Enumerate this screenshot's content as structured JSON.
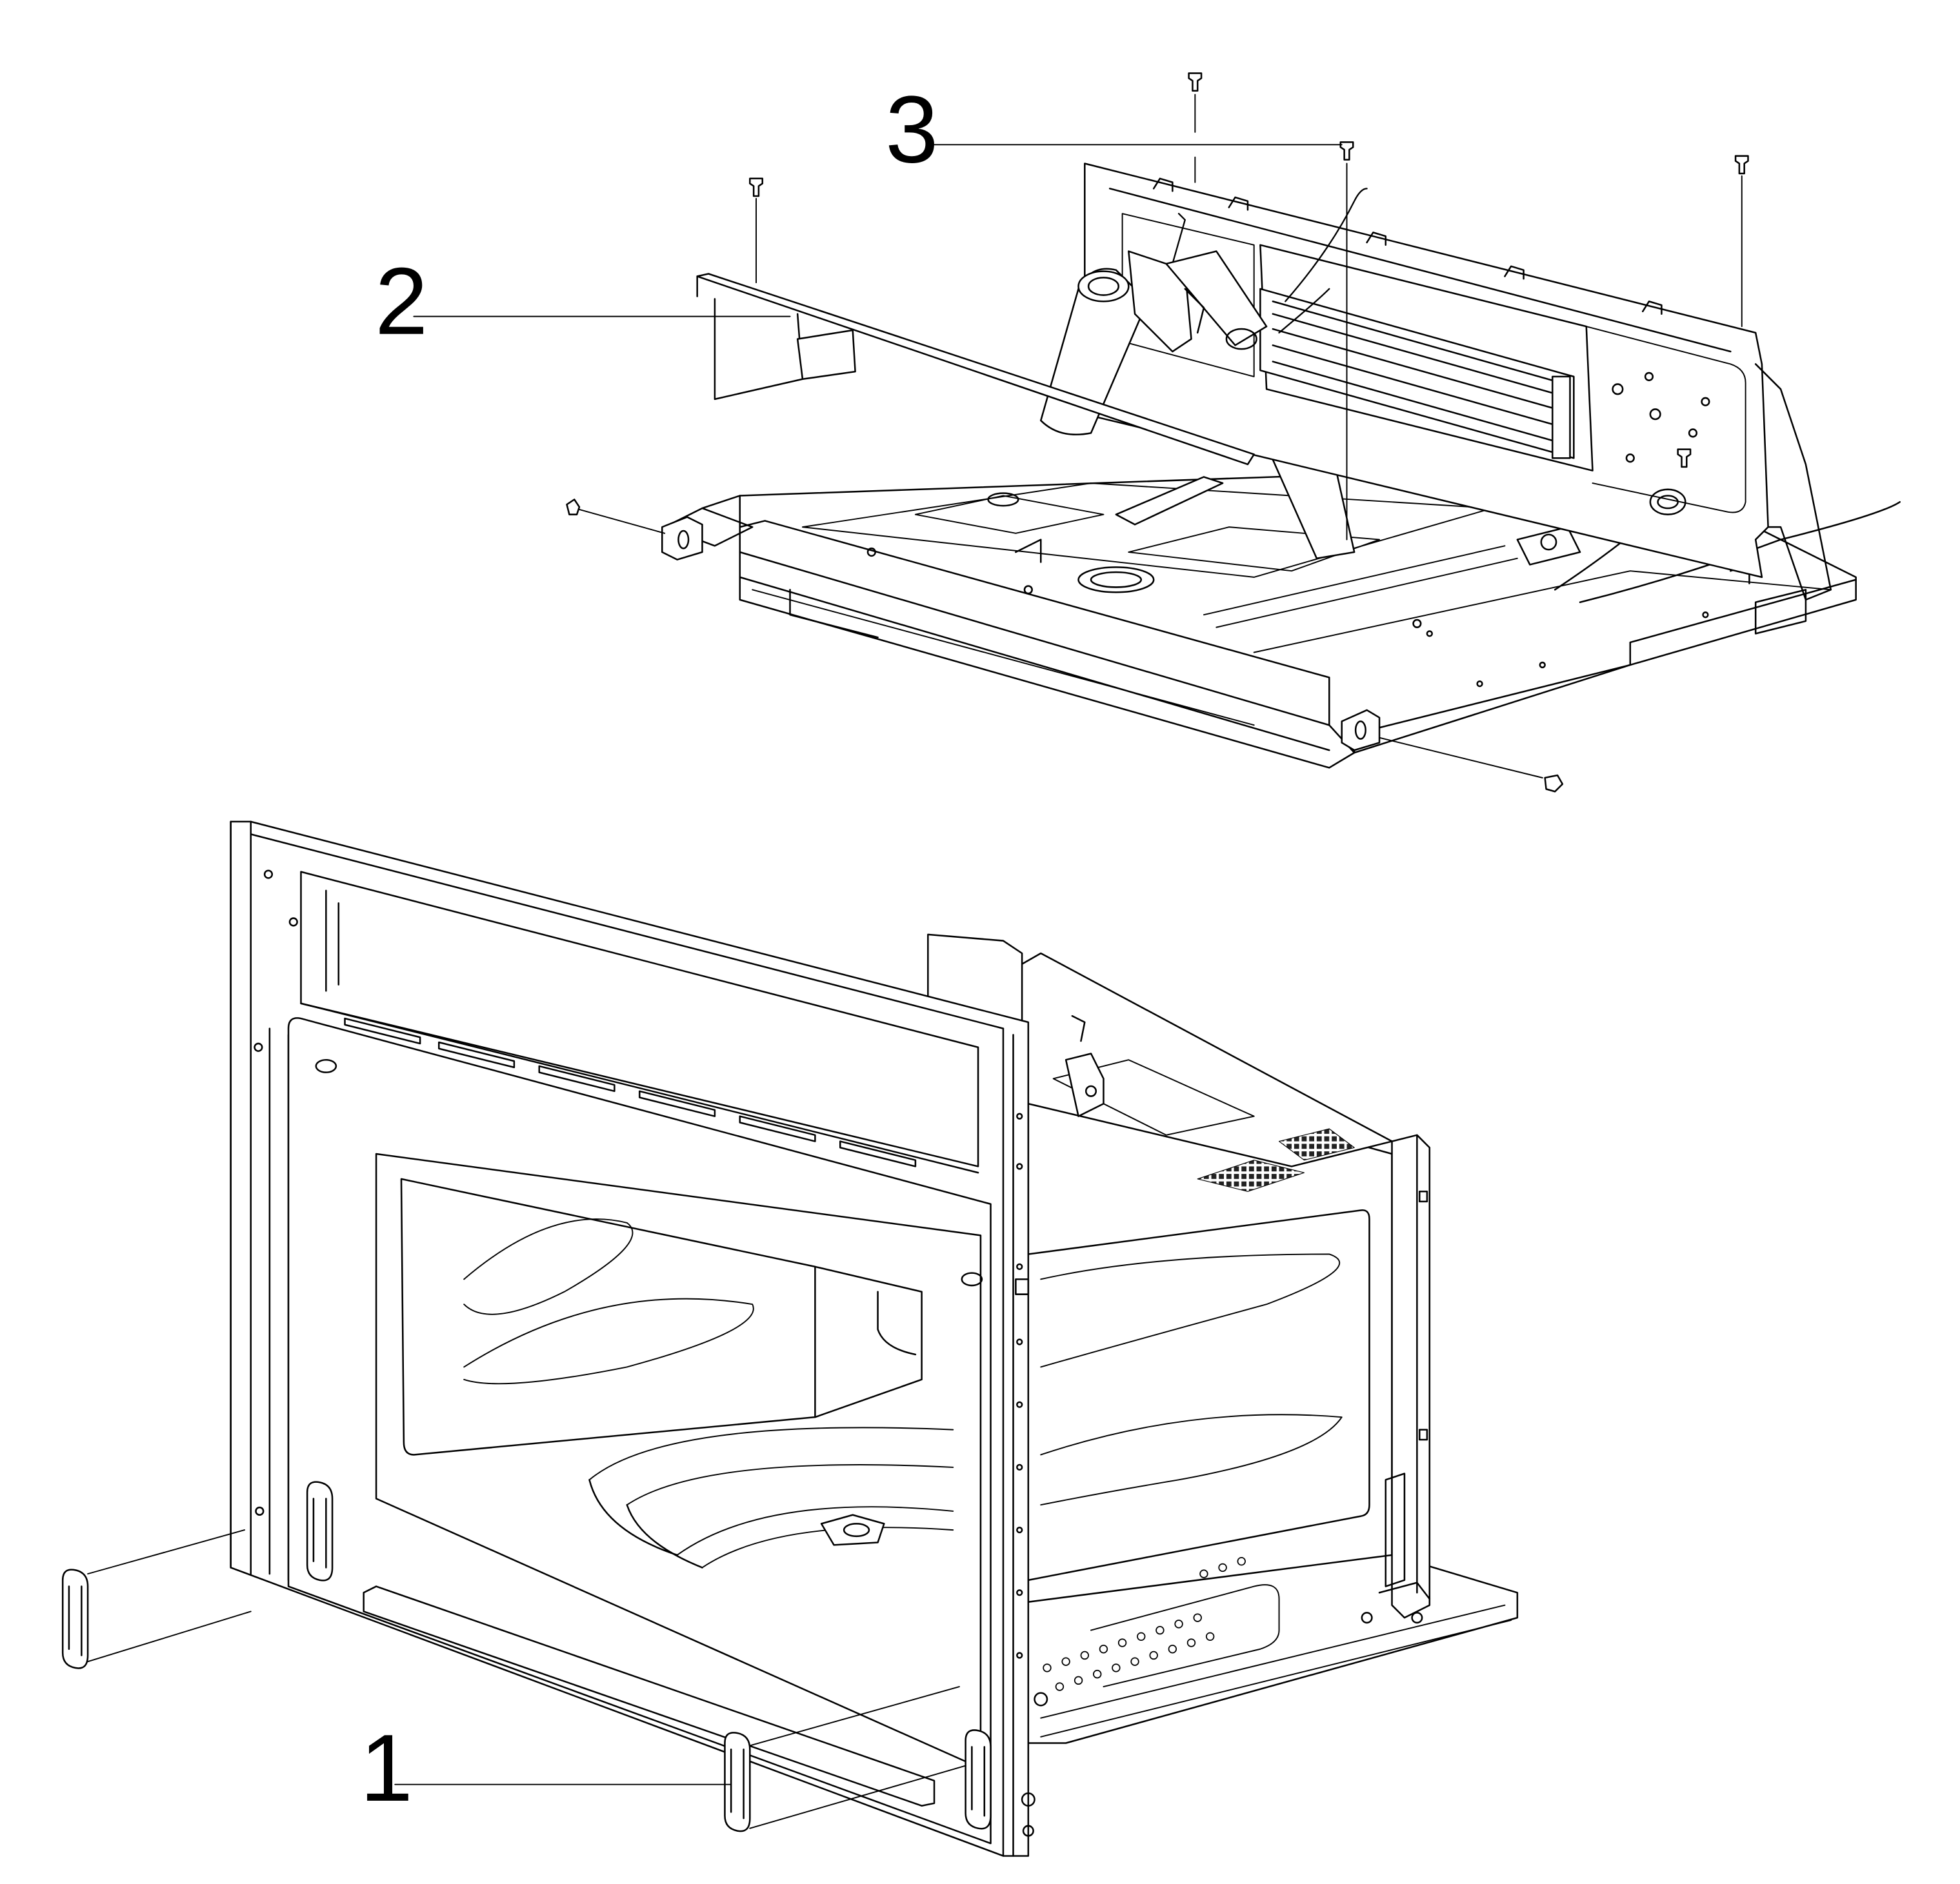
{
  "diagram": {
    "colors": {
      "line": "#000000",
      "fill": "#ffffff",
      "grille": "#222222"
    },
    "callouts": [
      {
        "id": "1",
        "label": "1"
      },
      {
        "id": "2",
        "label": "2"
      },
      {
        "id": "3",
        "label": "3"
      }
    ]
  }
}
